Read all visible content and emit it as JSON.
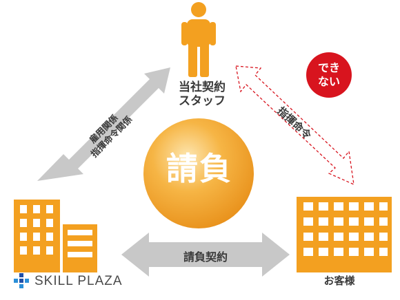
{
  "staff": {
    "label_line1": "当社契約",
    "label_line2": "スタッフ"
  },
  "center": {
    "label": "請負"
  },
  "customer": {
    "label": "お客様"
  },
  "badge": {
    "line1": "でき",
    "line2": "ない"
  },
  "arrows": {
    "left_line1": "雇用関係",
    "left_line2": "指揮命令関係",
    "right": "指揮命令",
    "bottom": "請負契約"
  },
  "logo": {
    "text": "SKILL PLAZA"
  },
  "colors": {
    "orange": "#f3a020",
    "gray": "#c8c8c8",
    "red": "#d8141e",
    "text": "#3a3a3a"
  }
}
